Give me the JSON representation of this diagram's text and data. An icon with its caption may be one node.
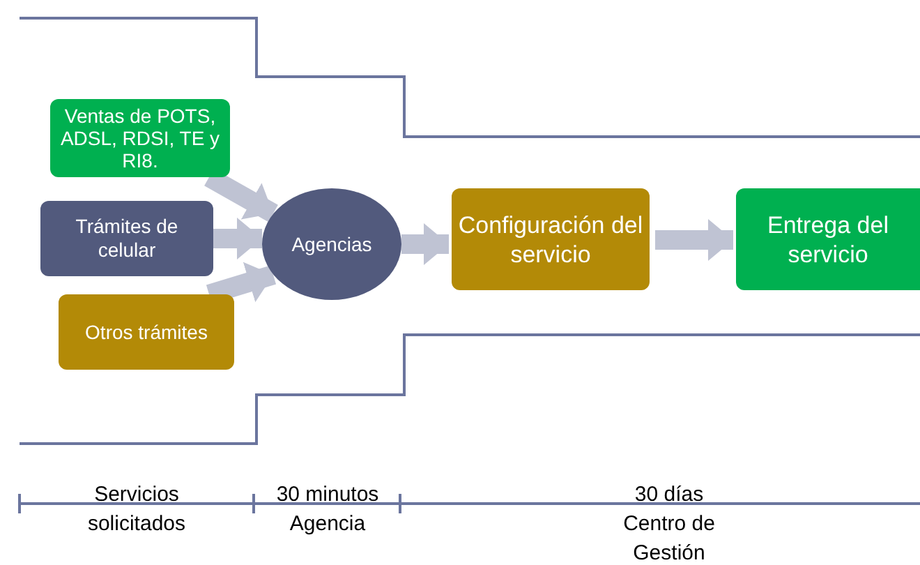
{
  "diagram": {
    "nodes": [
      {
        "text": [
          "Ventas de POTS, ADSL, RDSI, TE y RI8."
        ]
      },
      {
        "text": [
          "Trámites de celular"
        ]
      },
      {
        "text": [
          "Otros trámites"
        ]
      },
      {
        "text": [
          "Agencias"
        ]
      },
      {
        "text": [
          "Configuración del servicio"
        ]
      },
      {
        "text": [
          "Entrega del servicio"
        ]
      }
    ],
    "edges": [
      {
        "from": 0,
        "to": 3,
        "arrow": "to"
      },
      {
        "from": 1,
        "to": 3,
        "arrow": "to"
      },
      {
        "from": 2,
        "to": 3,
        "arrow": "to"
      },
      {
        "from": 3,
        "to": 4,
        "arrow": "to"
      },
      {
        "from": 4,
        "to": 5,
        "arrow": "to"
      }
    ],
    "labels": [
      "Servicios solicitados",
      "30 minutos",
      "Agencia",
      "30 días",
      "Centro de Gestión"
    ]
  }
}
